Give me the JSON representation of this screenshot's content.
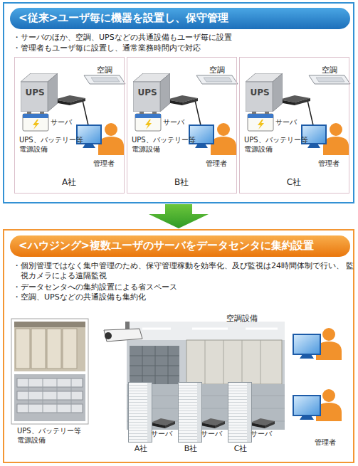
{
  "diagram": {
    "nodes": [
      {
        "text": [
          "・サーバのほか、空調、UPSなどの共通設備もユーザ毎に設置",
          "・管理者もユーザ毎に設置し、通常業務時間内で対応"
        ]
      },
      {
        "text": [
          "<従来>ユーザ毎に機器を設置し、保守管理"
        ],
        "in": 0
      },
      {
        "text": [
          "空調",
          "サーバ",
          "UPS、バッテリー等 電源設備",
          "管理者",
          "A社"
        ],
        "in": 0
      },
      {
        "text": [
          "UPS"
        ],
        "in": 2
      },
      {
        "text": [
          "空調",
          "サーバ",
          "UPS、バッテリー等 電源設備",
          "管理者",
          "B社"
        ],
        "in": 0
      },
      {
        "text": [
          "UPS"
        ],
        "in": 4
      },
      {
        "text": [
          "空調",
          "サーバ",
          "UPS、バッテリー等 電源設備",
          "管理者",
          "C社"
        ],
        "in": 0
      },
      {
        "text": [
          "UPS"
        ],
        "in": 6
      },
      {
        "text": [
          "・個別管理ではなく集中管理のため、保守管理稼動を効率化、及び監視は24時間体制で行い、 監視カメラによる遠隔監視",
          "・データセンタへの集約設置による省スペース",
          "・空調、UPSなどの共通設備も集約化"
        ]
      },
      {
        "text": [
          "<ハウジング>複数ユーザのサーバをデータセンタに集約設置"
        ],
        "in": 8
      },
      {
        "text": [
          "A社"
        ],
        "in": 8
      },
      {
        "text": [
          "B社"
        ],
        "in": 8
      },
      {
        "text": [
          "C社"
        ],
        "in": 8
      }
    ],
    "edges": [
      {
        "from": 0,
        "to": 8,
        "arrow": "to"
      }
    ],
    "labels": [
      "空調設備",
      "UPS、バッテリー等 電源設備",
      "サーバ",
      "サーバ",
      "サーバ",
      "管理者"
    ]
  }
}
